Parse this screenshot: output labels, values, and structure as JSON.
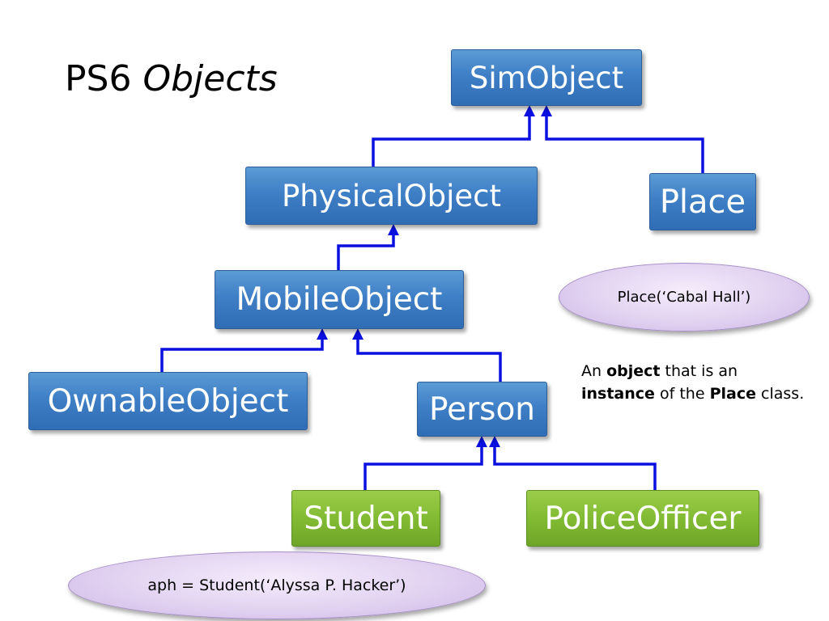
{
  "title": {
    "prefix": "PS6",
    "emphasis": "Objects"
  },
  "classes": {
    "simobject": "SimObject",
    "physical_object": "PhysicalObject",
    "place": "Place",
    "mobile_object": "MobileObject",
    "ownable_object": "OwnableObject",
    "person": "Person",
    "student": "Student",
    "police_officer": "PoliceOfficer"
  },
  "instances": {
    "place_instance": "Place(‘Cabal Hall’)",
    "student_instance": "aph = Student(‘Alyssa P. Hacker’)"
  },
  "note": {
    "t1": "An ",
    "b1": "object",
    "t2": " that is an",
    "b2": "instance",
    "t3": " of the ",
    "b3": "Place",
    "t4": " class."
  },
  "colors": {
    "class_box": "#3f7fc6",
    "subclass_box": "#82bb33",
    "instance_oval": "#e2d2f1",
    "connector": "#0a10e0"
  }
}
